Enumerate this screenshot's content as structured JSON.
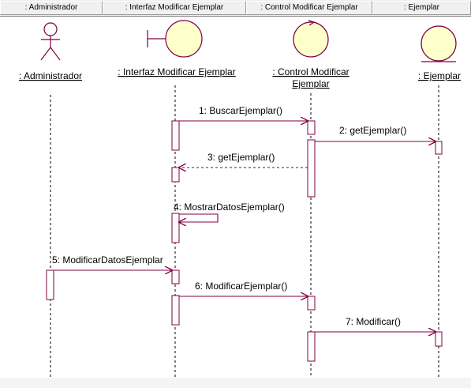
{
  "header": {
    "cells": [
      ": Administrador",
      ": Interfaz Modificar Ejemplar",
      ": Control Modificar Ejemplar",
      ": Ejemplar"
    ]
  },
  "objects": [
    {
      "label": ": Administrador",
      "kind": "actor"
    },
    {
      "label": ": Interfaz Modificar Ejemplar",
      "kind": "boundary"
    },
    {
      "label_lines": [
        ": Control Modificar",
        "Ejemplar"
      ],
      "kind": "control"
    },
    {
      "label": ": Ejemplar",
      "kind": "entity"
    }
  ],
  "messages": [
    {
      "label": "1: BuscarEjemplar()",
      "from": 1,
      "to": 2,
      "style": "call"
    },
    {
      "label": "2: getEjemplar()",
      "from": 2,
      "to": 3,
      "style": "call"
    },
    {
      "label": "3: getEjemplar()",
      "from": 2,
      "to": 1,
      "style": "return"
    },
    {
      "label": "4: MostrarDatosEjemplar()",
      "from": 1,
      "to": 1,
      "style": "self"
    },
    {
      "label": "5: ModificarDatosEjemplar",
      "from": 0,
      "to": 1,
      "style": "call"
    },
    {
      "label": "6: ModificarEjemplar()",
      "from": 1,
      "to": 2,
      "style": "call"
    },
    {
      "label": "7: Modificar()",
      "from": 2,
      "to": 3,
      "style": "call"
    }
  ],
  "colors": {
    "outline": "#800040",
    "lifeline": "#000000",
    "object_fill": "#ffffcc"
  }
}
